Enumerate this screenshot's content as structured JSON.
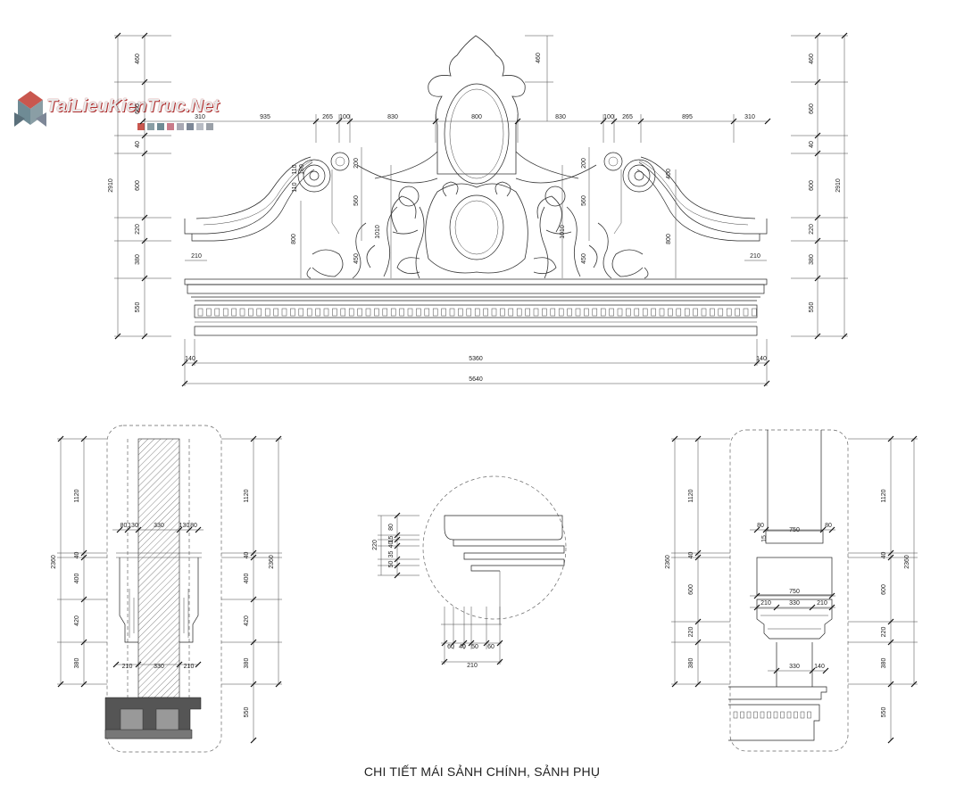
{
  "caption": "CHI TIẾT MÁI SẢNH CHÍNH, SẢNH PHỤ",
  "logo": {
    "text": "TaiLieuKienTruc.Net",
    "colors": [
      "#c9574f",
      "#8a9ea5",
      "#6f8b95",
      "#c97b8a",
      "#a9a9b4",
      "#7d8797",
      "#b8bcc4",
      "#9aa0a8"
    ]
  },
  "top_elevation": {
    "top_dims": [
      "935",
      "265",
      "100",
      "830",
      "800",
      "830",
      "100",
      "265",
      "895"
    ],
    "edge_dims": [
      "310",
      "310"
    ],
    "left_vertical": [
      "460",
      "660",
      "40",
      "600",
      "220",
      "380",
      "550"
    ],
    "right_vertical": [
      "460",
      "660",
      "40",
      "600",
      "220",
      "380",
      "550"
    ],
    "overall_height": "2910",
    "inner_dims": [
      "110",
      "180",
      "110",
      "200",
      "560",
      "800",
      "1010",
      "450",
      "460",
      "200",
      "560",
      "800",
      "1010",
      "450",
      "400",
      "210",
      "210"
    ],
    "bottom_dims": [
      "140",
      "5360",
      "140"
    ],
    "overall_width": "5640"
  },
  "left_section": {
    "left_vertical": [
      "1120",
      "40",
      "400",
      "420",
      "380"
    ],
    "right_vertical": [
      "1120",
      "40",
      "400",
      "420",
      "380",
      "550"
    ],
    "overall_height": "2360",
    "top_dims": [
      "80",
      "130",
      "330",
      "130",
      "80"
    ],
    "bottom_dims": [
      "210",
      "330",
      "210"
    ]
  },
  "profile_detail": {
    "vertical": [
      "220",
      "80",
      "15",
      "40",
      "35",
      "50"
    ],
    "horizontal": [
      "60",
      "40",
      "50",
      "60"
    ],
    "overall": "210"
  },
  "right_section": {
    "left_vertical": [
      "1120",
      "40",
      "600",
      "220",
      "380"
    ],
    "right_vertical": [
      "1120",
      "40",
      "600",
      "220",
      "380",
      "550"
    ],
    "overall_height": "2360",
    "dims": [
      "80",
      "750",
      "80",
      "15",
      "750",
      "210",
      "330",
      "210",
      "330",
      "140"
    ]
  }
}
